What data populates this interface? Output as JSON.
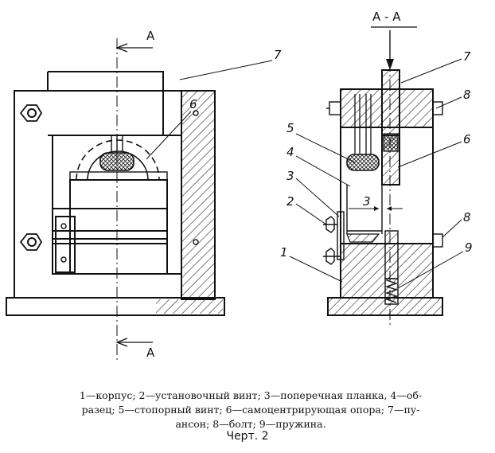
{
  "section_label": "А - А",
  "cut_labels": {
    "top": "А",
    "bottom": "А"
  },
  "left_view_callouts": {
    "punch": "7",
    "support": "6"
  },
  "right_view_callouts": [
    {
      "num": "7"
    },
    {
      "num": "8"
    },
    {
      "num": "5"
    },
    {
      "num": "6"
    },
    {
      "num": "4"
    },
    {
      "num": "3"
    },
    {
      "num": "2"
    },
    {
      "num": "8"
    },
    {
      "num": "1"
    },
    {
      "num": "9"
    }
  ],
  "dimension_label": "3",
  "caption_lines": [
    "1—корпус; 2—установочный винт; 3—поперечная планка, 4—об-",
    "разец; 5—стопорный винт; 6—самоцентрирующая опора; 7—пу-",
    "ансон; 8—болт; 9—пружина."
  ],
  "figure_title": "Черт. 2"
}
